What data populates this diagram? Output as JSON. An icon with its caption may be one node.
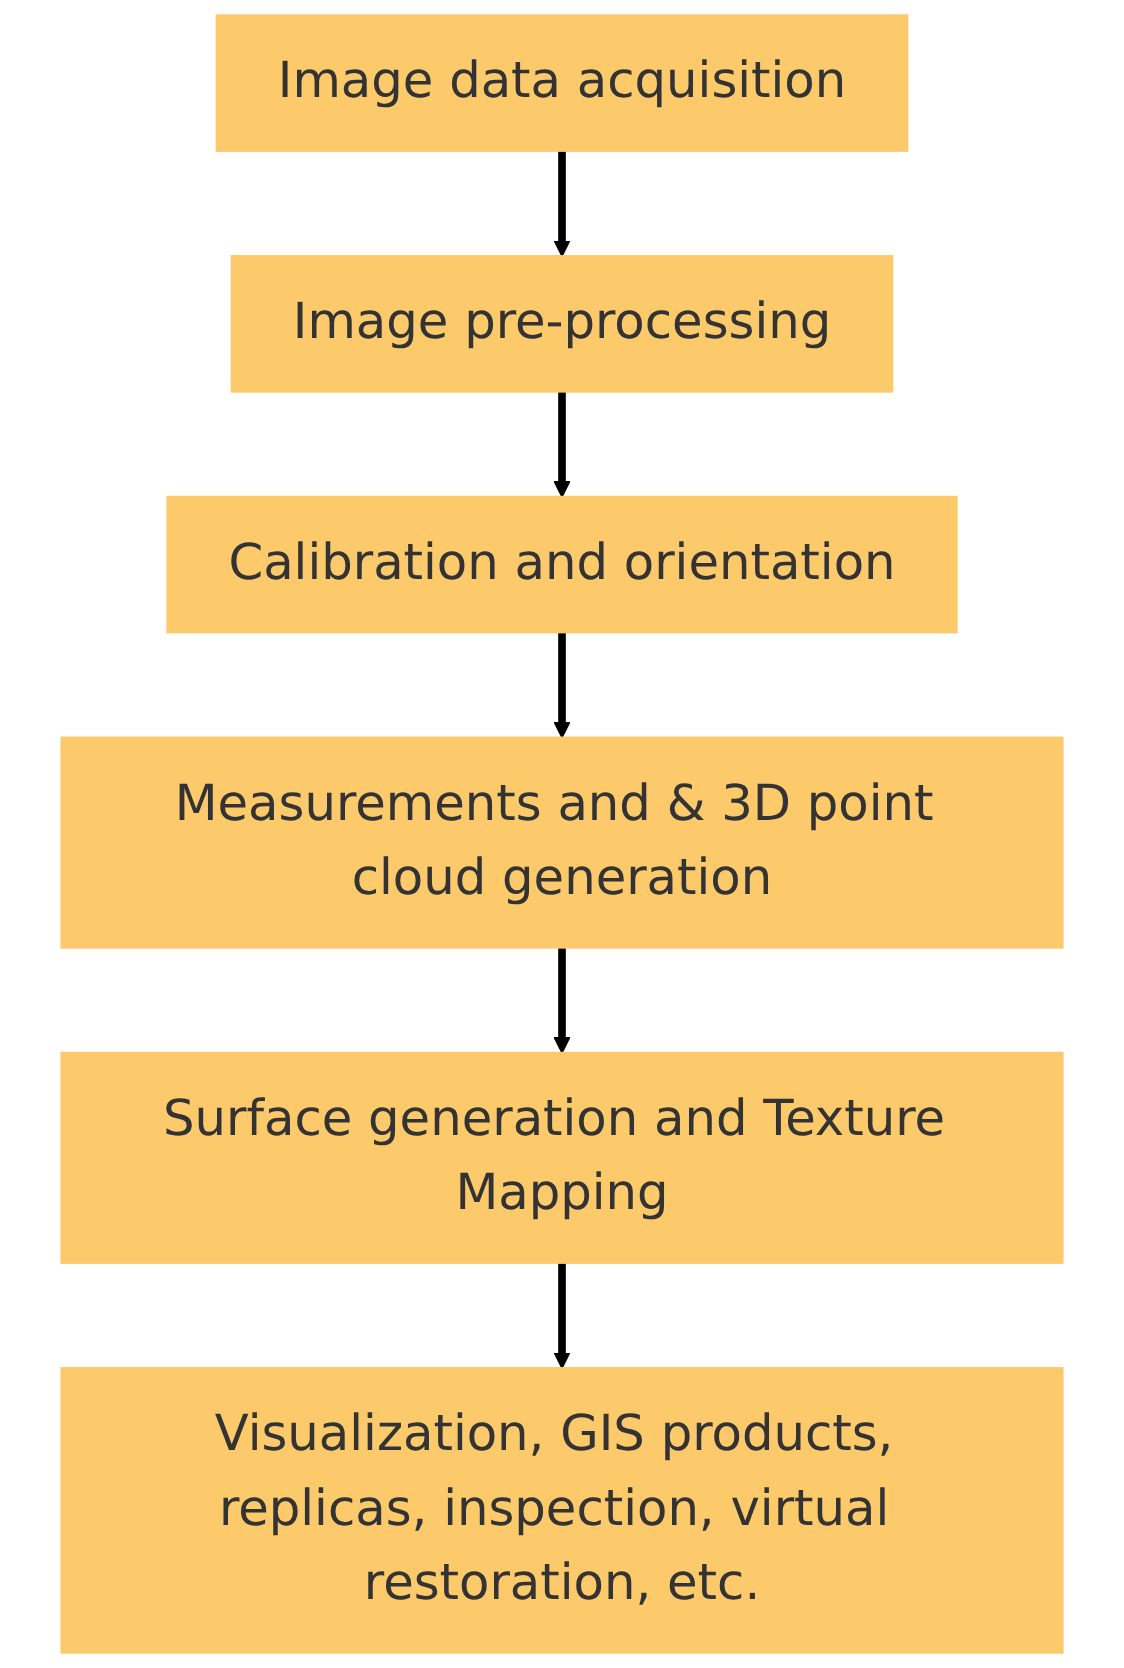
{
  "diagram": {
    "nodes": [
      {
        "text": [
          "Image data acquisition"
        ]
      },
      {
        "text": [
          "Image pre-processing"
        ]
      },
      {
        "text": [
          "Calibration and orientation"
        ]
      },
      {
        "text": [
          "Measurements and & 3D point cloud generation"
        ]
      },
      {
        "text": [
          "Surface generation and Texture Mapping"
        ]
      },
      {
        "text": [
          "Visualization, GIS products, replicas, inspection, virtual restoration, etc."
        ]
      }
    ],
    "edges": [
      {
        "from": 0,
        "to": 1,
        "arrow": "to"
      },
      {
        "from": 1,
        "to": 2,
        "arrow": "to"
      },
      {
        "from": 2,
        "to": 3,
        "arrow": "to"
      },
      {
        "from": 3,
        "to": 4,
        "arrow": "to"
      },
      {
        "from": 4,
        "to": 5,
        "arrow": "to"
      }
    ]
  }
}
